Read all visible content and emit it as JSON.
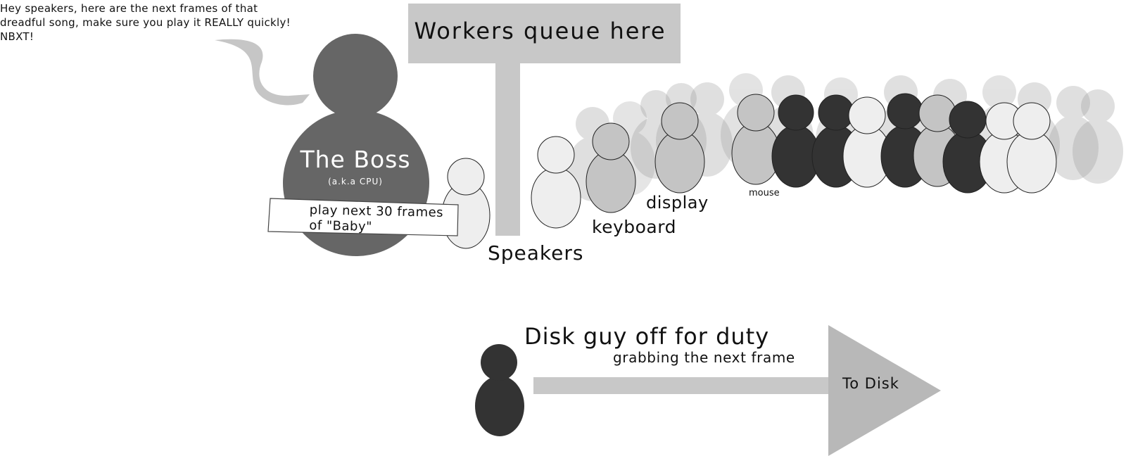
{
  "speech_bubble": {
    "text": "Hey speakers, here are the next frames of that\ndreadful song, make sure you play it REALLY quickly!\nNBXT!"
  },
  "sign": {
    "text": "Workers queue here"
  },
  "boss": {
    "title": "The Boss",
    "subtitle": "(a.k.a CPU)",
    "note": "play next 30 frames\nof \"Baby\""
  },
  "workers": {
    "speakers": "Speakers",
    "keyboard": "keyboard",
    "display": "display",
    "mouse": "mouse"
  },
  "disk": {
    "title": "Disk guy off for duty",
    "subtitle": "grabbing the next frame",
    "arrow_label": "To Disk"
  },
  "colors": {
    "boss": "#666666",
    "sign": "#c8c8c8",
    "light": "#eeeeee",
    "mid": "#c4c4c4",
    "dark": "#333333",
    "arrow": "#b8b8b8"
  }
}
